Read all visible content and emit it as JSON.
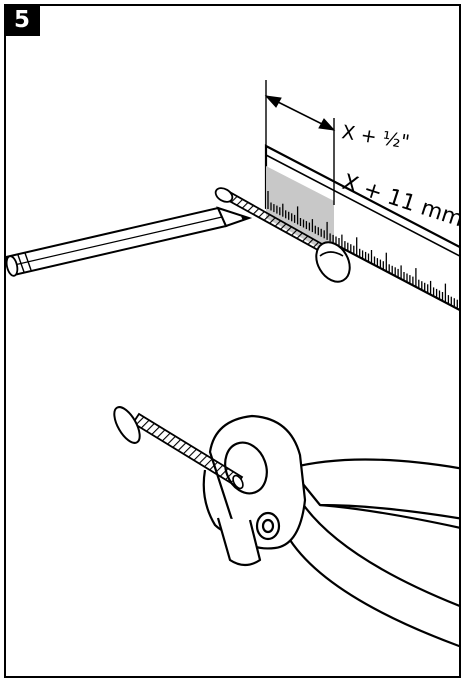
{
  "step": {
    "number": "5"
  },
  "measurement": {
    "imperial_label": "X + ½\"",
    "metric_label": "X + 11 mm"
  },
  "colors": {
    "line": "#000000",
    "ruler_fill": "#ffffff",
    "ruler_shade": "#c8c8c8"
  }
}
